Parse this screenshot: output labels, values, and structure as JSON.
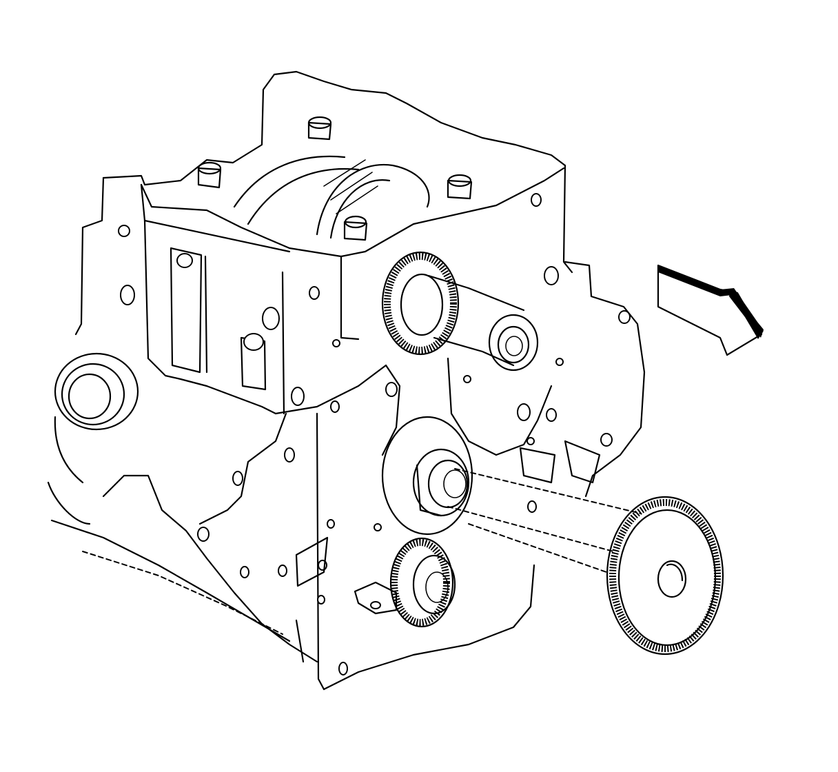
{
  "figure": {
    "labels": [],
    "colors": {
      "ink": "#000000",
      "paper": "#ffffff"
    },
    "components": [
      "engine-block",
      "camshaft-sprocket",
      "crankshaft-gear",
      "balance-shaft-gear",
      "direction-arrow"
    ]
  }
}
